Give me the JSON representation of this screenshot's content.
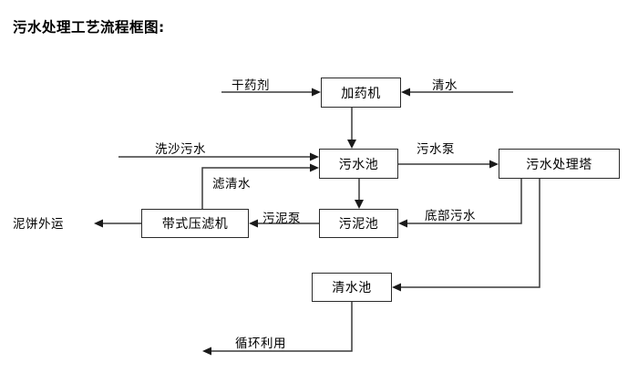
{
  "diagram": {
    "title": "污水处理工艺流程框图:",
    "nodes": [
      {
        "id": "dosing-machine",
        "label": "加药机"
      },
      {
        "id": "sewage-pool",
        "label": "污水池"
      },
      {
        "id": "sewage-treatment-tower",
        "label": "污水处理塔"
      },
      {
        "id": "belt-filter-press",
        "label": "带式压滤机"
      },
      {
        "id": "sludge-pool",
        "label": "污泥池"
      },
      {
        "id": "clean-water-pool",
        "label": "清水池"
      }
    ],
    "terminals": [
      {
        "id": "dry-chemical",
        "label": "干药剂"
      },
      {
        "id": "clean-water-input",
        "label": "清水"
      },
      {
        "id": "sand-washing-wastewater",
        "label": "洗沙污水"
      },
      {
        "id": "mud-cake-transport",
        "label": "泥饼外运"
      },
      {
        "id": "recycling-reuse",
        "label": "循环利用"
      }
    ],
    "edge_labels": [
      {
        "id": "sewage-pump",
        "label": "污水泵"
      },
      {
        "id": "filtered-clean-water",
        "label": "滤清水"
      },
      {
        "id": "sludge-pump",
        "label": "污泥泵"
      },
      {
        "id": "bottom-sewage",
        "label": "底部污水"
      }
    ],
    "colors": {
      "background": "#ffffff",
      "box_border": "#2b2b2b",
      "line": "#3a3a3a",
      "text": "#000000"
    }
  }
}
